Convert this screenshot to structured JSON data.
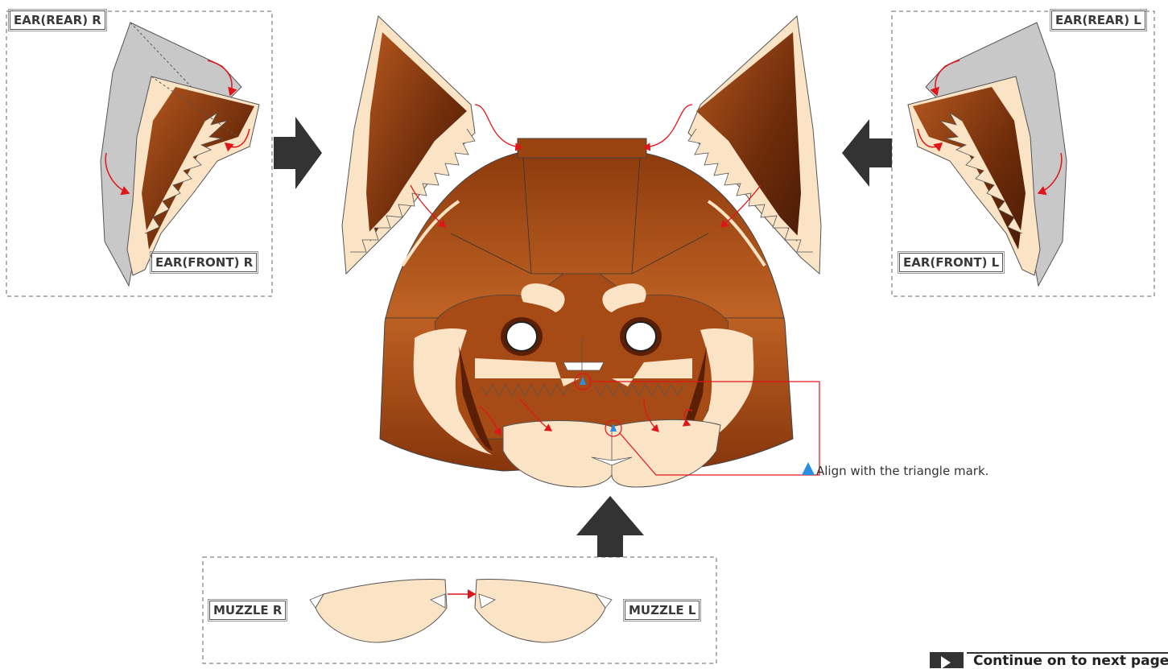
{
  "labels": {
    "ear_rear_r": "EAR(REAR) R",
    "ear_front_r": "EAR(FRONT) R",
    "ear_rear_l": "EAR(REAR) L",
    "ear_front_l": "EAR(FRONT) L",
    "muzzle_r": "MUZZLE R",
    "muzzle_l": "MUZZLE L"
  },
  "note": "Align with the triangle mark.",
  "footer": {
    "continue": "Continue on to next page"
  },
  "colors": {
    "fur_dark": "#8a3a0e",
    "fur_mid": "#b5581f",
    "cream": "#fbe3c6",
    "rear_gray": "#c8c8c8",
    "arrow_red": "#e0151a",
    "mark_blue": "#2a8fe0",
    "block_arrow": "#333333"
  }
}
